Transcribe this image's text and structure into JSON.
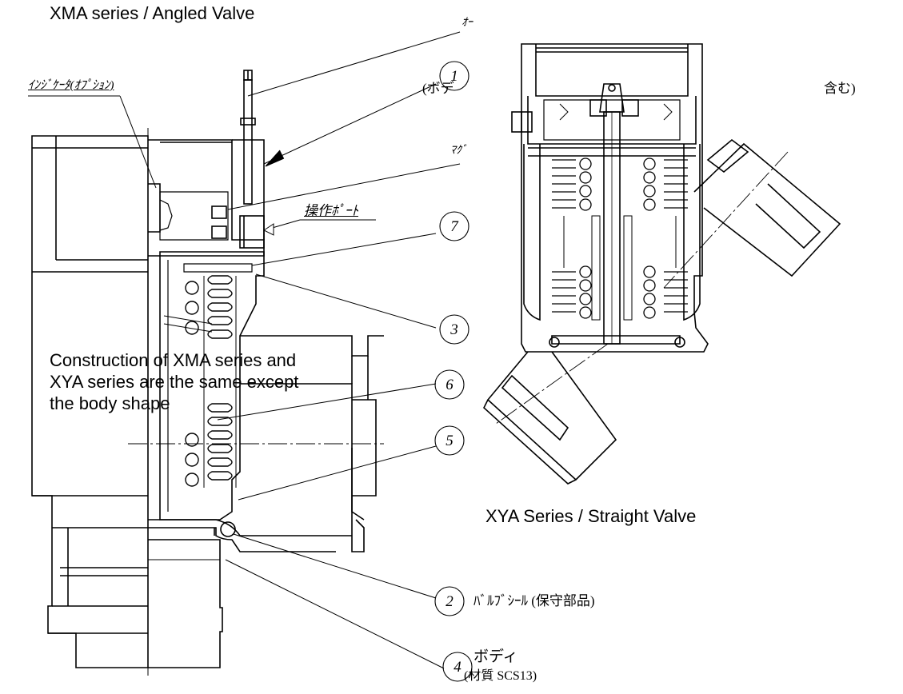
{
  "titles": {
    "angled": "XMA series / Angled Valve",
    "straight": "XYA Series / Straight Valve"
  },
  "note": {
    "line1": "Construction of XMA series and",
    "line2": "XYA series are the same except",
    "line3": "the body shape"
  },
  "callouts": [
    {
      "num": "1",
      "text": "(ボデ"
    },
    {
      "num": "7",
      "text": ""
    },
    {
      "num": "3",
      "text": ""
    },
    {
      "num": "6",
      "text": ""
    },
    {
      "num": "5",
      "text": ""
    },
    {
      "num": "2",
      "text": "ﾊﾞﾙﾌﾞｼｰﾙ (保守部品)"
    },
    {
      "num": "4",
      "text": "ボディ",
      "sub": "(材質 SCS13)"
    }
  ],
  "labels": {
    "indicator": "ｲﾝｼﾞｹｰﾀ(ｵﾌﾟｼｮﾝ)",
    "operation_port": "操作ﾎﾟｰﾄ",
    "cut_top": "ｵｰ",
    "cut_magnet": "ﾏｸﾞ",
    "cut_includes": "含む)"
  }
}
